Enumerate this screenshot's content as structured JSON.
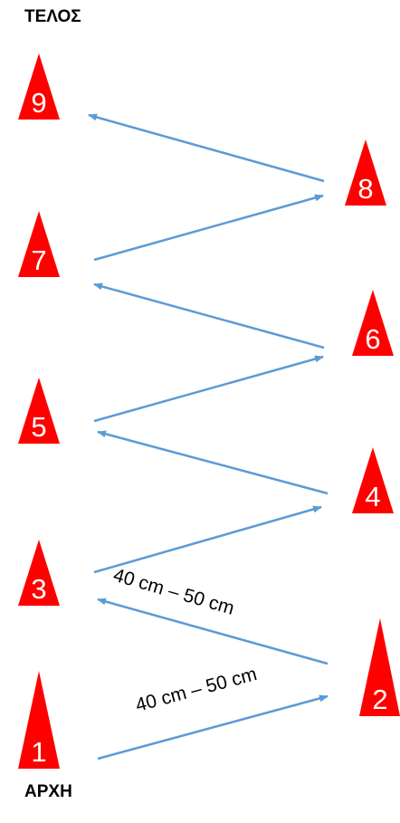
{
  "labels": {
    "end": "ΤΕΛΟΣ",
    "start": "ΑΡΧΗ"
  },
  "cones": [
    {
      "number": "1"
    },
    {
      "number": "2"
    },
    {
      "number": "3"
    },
    {
      "number": "4"
    },
    {
      "number": "5"
    },
    {
      "number": "6"
    },
    {
      "number": "7"
    },
    {
      "number": "8"
    },
    {
      "number": "9"
    }
  ],
  "distance_labels": [
    "40 cm – 50 cm",
    "40 cm – 50 cm"
  ],
  "colors": {
    "cone": "#ff0000",
    "cone_text": "#ffffff",
    "arrow": "#5b9bd5",
    "text": "#000000"
  }
}
